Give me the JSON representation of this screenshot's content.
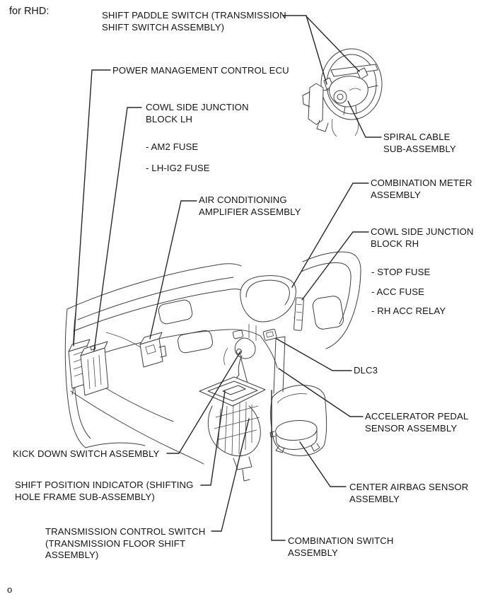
{
  "header": {
    "variant_note": "for RHD:"
  },
  "footer": {
    "stray_char": "o"
  },
  "colors": {
    "background": "#ffffff",
    "line": "#3f3f3f",
    "leader_line": "#282828",
    "text": "#161616"
  },
  "callouts": {
    "shift_paddle_switch": [
      "SHIFT PADDLE SWITCH (TRANSMISSION",
      "SHIFT SWITCH ASSEMBLY)"
    ],
    "power_management_ecu": [
      "POWER MANAGEMENT CONTROL ECU"
    ],
    "cowl_side_junction_block_lh": [
      "COWL SIDE JUNCTION",
      "BLOCK LH"
    ],
    "am2_fuse": [
      "- AM2 FUSE"
    ],
    "lh_ig2_fuse": [
      "- LH-IG2 FUSE"
    ],
    "air_conditioning_amplifier": [
      "AIR CONDITIONING",
      "AMPLIFIER ASSEMBLY"
    ],
    "spiral_cable": [
      "SPIRAL CABLE",
      "SUB-ASSEMBLY"
    ],
    "combination_meter": [
      "COMBINATION METER",
      "ASSEMBLY"
    ],
    "cowl_side_junction_block_rh": [
      "COWL SIDE JUNCTION",
      "BLOCK RH"
    ],
    "stop_fuse": [
      "- STOP FUSE"
    ],
    "acc_fuse": [
      "- ACC FUSE"
    ],
    "rh_acc_relay": [
      "- RH ACC RELAY"
    ],
    "dlc3": [
      "DLC3"
    ],
    "accelerator_pedal_sensor": [
      "ACCELERATOR PEDAL",
      "SENSOR ASSEMBLY"
    ],
    "kick_down_switch": [
      "KICK DOWN SWITCH ASSEMBLY"
    ],
    "shift_position_indicator": [
      "SHIFT POSITION INDICATOR (SHIFTING",
      "HOLE FRAME SUB-ASSEMBLY)"
    ],
    "transmission_control_switch": [
      "TRANSMISSION CONTROL SWITCH",
      "(TRANSMISSION FLOOR SHIFT",
      "ASSEMBLY)"
    ],
    "combination_switch": [
      "COMBINATION SWITCH",
      "ASSEMBLY"
    ],
    "center_airbag_sensor": [
      "CENTER AIRBAG SENSOR",
      "ASSEMBLY"
    ]
  }
}
